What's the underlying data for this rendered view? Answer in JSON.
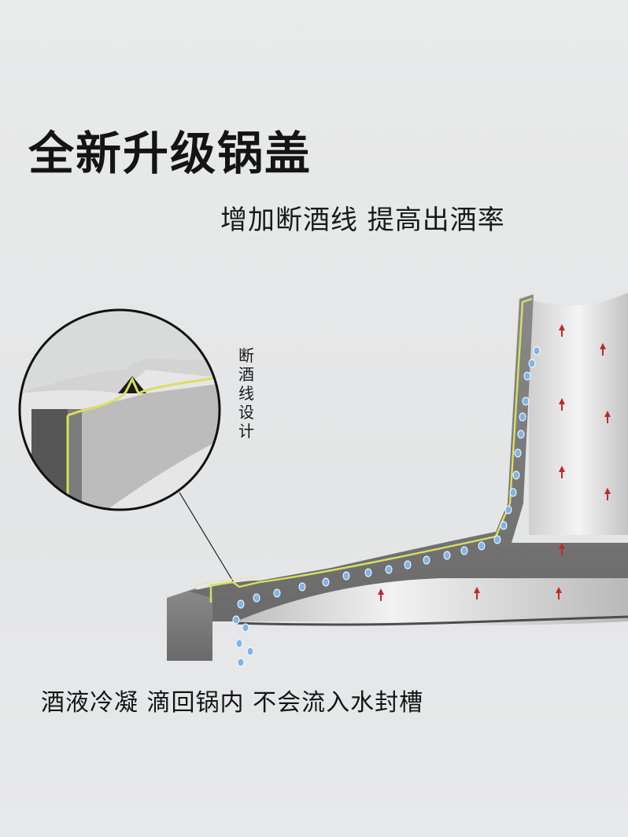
{
  "heading": {
    "title": "全新升级锅盖",
    "subtitle": "增加断酒线 提高出酒率"
  },
  "callout": {
    "label_chars": [
      "断",
      "酒",
      "线",
      "设",
      "计"
    ]
  },
  "caption": {
    "text": "酒液冷凝 滴回锅内 不会流入水封槽"
  },
  "colors": {
    "metal": "#9c9c9c",
    "metal_dark": "#6f6f6f",
    "edge_line": "#d8e060",
    "droplet": "#7fb4e8",
    "arrow": "#c0292b"
  }
}
